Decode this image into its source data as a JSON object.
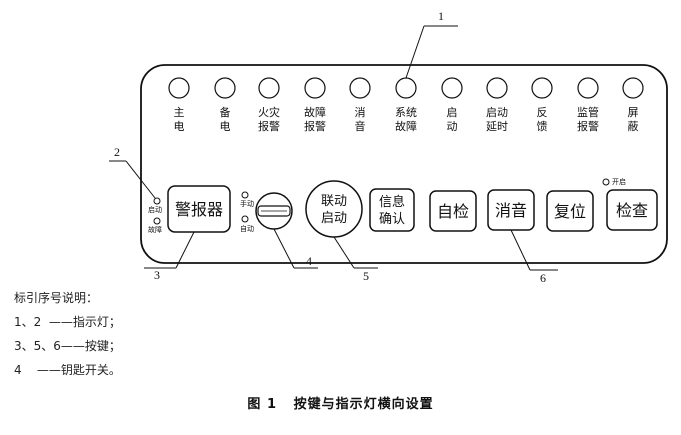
{
  "callouts": {
    "c1": "1",
    "c2": "2",
    "c3": "3",
    "c4": "4",
    "c5": "5",
    "c6": "6"
  },
  "indicators": [
    {
      "l1": "主",
      "l2": "电"
    },
    {
      "l1": "备",
      "l2": "电"
    },
    {
      "l1": "火灾",
      "l2": "报警"
    },
    {
      "l1": "故障",
      "l2": "报警"
    },
    {
      "l1": "消",
      "l2": "音"
    },
    {
      "l1": "系统",
      "l2": "故障"
    },
    {
      "l1": "启",
      "l2": "动"
    },
    {
      "l1": "启动",
      "l2": "延时"
    },
    {
      "l1": "反",
      "l2": "馈"
    },
    {
      "l1": "监管",
      "l2": "报警"
    },
    {
      "l1": "屏",
      "l2": "蔽"
    }
  ],
  "small_indicators": {
    "start": "启动",
    "fault": "故障",
    "open": "开启"
  },
  "key_switch": {
    "manual": "手动",
    "auto": "自动"
  },
  "buttons": {
    "alarm": "警报器",
    "linkage_l1": "联动",
    "linkage_l2": "启动",
    "info_l1": "信息",
    "info_l2": "确认",
    "selfcheck": "自检",
    "silence": "消音",
    "reset": "复位",
    "inspect": "检查"
  },
  "legend": {
    "title": "标引序号说明：",
    "line1": "1、2  ——指示灯；",
    "line2": "3、5、6——按键；",
    "line3": "4    ——钥匙开关。"
  },
  "caption": "图 1   按键与指示灯横向设置"
}
